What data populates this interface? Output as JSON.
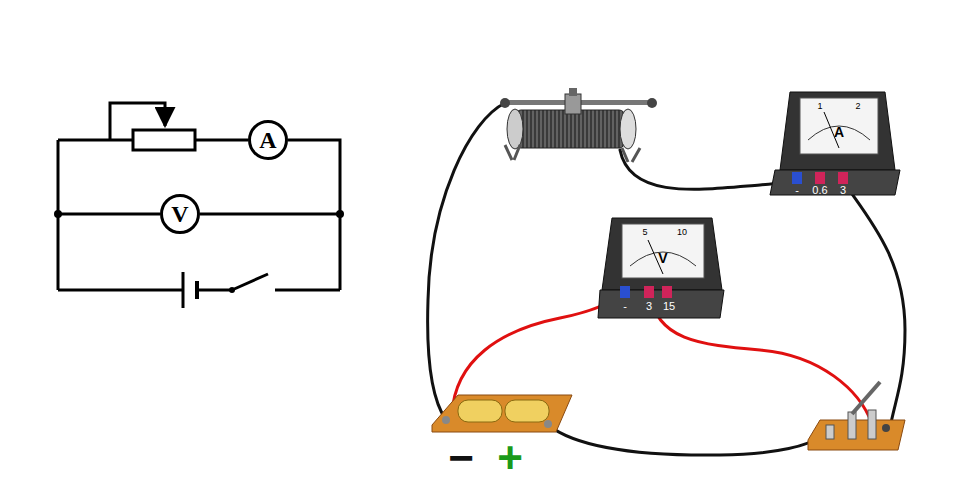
{
  "diagram": {
    "nodes": [
      {
        "text": [
          "A"
        ]
      },
      {
        "text": [
          "V"
        ]
      }
    ],
    "edges": [
      {
        "from": 0,
        "to": 1,
        "arrow": "none"
      }
    ],
    "labels": [
      "1",
      "2",
      "A",
      "-",
      "0.6",
      "3",
      "5",
      "10",
      "V",
      "-",
      "3",
      "15",
      "−",
      "+"
    ]
  }
}
